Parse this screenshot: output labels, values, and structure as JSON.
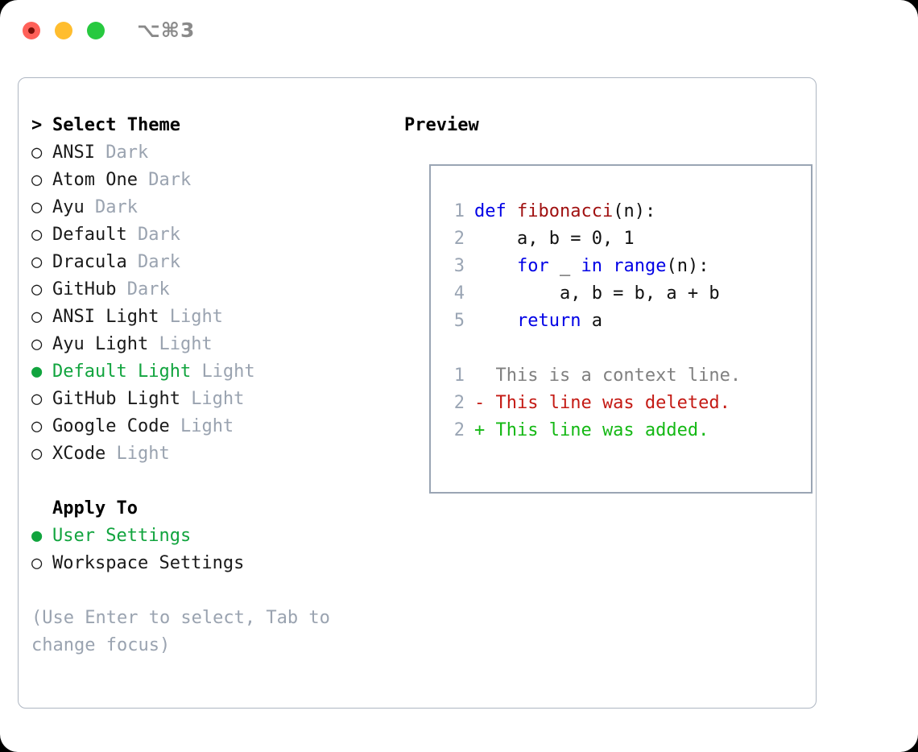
{
  "window": {
    "shortcut_label": "⌥⌘3",
    "traffic_lights": [
      {
        "name": "close",
        "color": "#ff6159"
      },
      {
        "name": "minimize",
        "color": "#ffbd2e"
      },
      {
        "name": "zoom",
        "color": "#27c93f"
      }
    ]
  },
  "colors": {
    "selected_green": "#11a43e",
    "tag_grey": "#9aa3b0",
    "border": "#aeb6c2",
    "preview_border": "#9aa5b4",
    "keyword_blue": "#0000e6",
    "function_red": "#a01111",
    "diff_removed": "#c41a14",
    "diff_added": "#14b814",
    "diff_context": "#808080"
  },
  "theme_list": {
    "header": {
      "prefix": "> ",
      "label": "Select Theme"
    },
    "items": [
      {
        "bullet": "○",
        "label": "ANSI",
        "tag": "Dark",
        "selected": false
      },
      {
        "bullet": "○",
        "label": "Atom One",
        "tag": "Dark",
        "selected": false
      },
      {
        "bullet": "○",
        "label": "Ayu",
        "tag": "Dark",
        "selected": false
      },
      {
        "bullet": "○",
        "label": "Default",
        "tag": "Dark",
        "selected": false
      },
      {
        "bullet": "○",
        "label": "Dracula",
        "tag": "Dark",
        "selected": false
      },
      {
        "bullet": "○",
        "label": "GitHub",
        "tag": "Dark",
        "selected": false
      },
      {
        "bullet": "○",
        "label": "ANSI Light",
        "tag": "Light",
        "selected": false
      },
      {
        "bullet": "○",
        "label": "Ayu Light",
        "tag": "Light",
        "selected": false
      },
      {
        "bullet": "●",
        "label": "Default Light",
        "tag": "Light",
        "selected": true
      },
      {
        "bullet": "○",
        "label": "GitHub Light",
        "tag": "Light",
        "selected": false
      },
      {
        "bullet": "○",
        "label": "Google Code",
        "tag": "Light",
        "selected": false
      },
      {
        "bullet": "○",
        "label": "XCode",
        "tag": "Light",
        "selected": false
      }
    ]
  },
  "apply_to": {
    "header": {
      "prefix": "  ",
      "label": "Apply To"
    },
    "items": [
      {
        "bullet": "●",
        "label": "User Settings",
        "selected": true
      },
      {
        "bullet": "○",
        "label": "Workspace Settings",
        "selected": false
      }
    ]
  },
  "hint": "(Use Enter to select, Tab to\nchange focus)",
  "preview": {
    "title": "Preview",
    "code_lines": [
      {
        "num": "1",
        "tokens": [
          {
            "t": "def ",
            "c": "kw"
          },
          {
            "t": "fibonacci",
            "c": "fn"
          },
          {
            "t": "(n):",
            "c": "plain"
          }
        ]
      },
      {
        "num": "2",
        "tokens": [
          {
            "t": "    a, b = 0, 1",
            "c": "plain"
          }
        ]
      },
      {
        "num": "3",
        "tokens": [
          {
            "t": "    ",
            "c": "plain"
          },
          {
            "t": "for",
            "c": "kw"
          },
          {
            "t": " _ ",
            "c": "plain"
          },
          {
            "t": "in",
            "c": "kw"
          },
          {
            "t": " ",
            "c": "plain"
          },
          {
            "t": "range",
            "c": "kw"
          },
          {
            "t": "(n):",
            "c": "plain"
          }
        ]
      },
      {
        "num": "4",
        "tokens": [
          {
            "t": "        a, b = b, a + b",
            "c": "plain"
          }
        ]
      },
      {
        "num": "5",
        "tokens": [
          {
            "t": "    ",
            "c": "plain"
          },
          {
            "t": "return",
            "c": "kw"
          },
          {
            "t": " a",
            "c": "plain"
          }
        ]
      }
    ],
    "diff_lines": [
      {
        "num": "1",
        "marker": "  ",
        "text": "This is a context line.",
        "kind": "ctx"
      },
      {
        "num": "2",
        "marker": "- ",
        "text": "This line was deleted.",
        "kind": "del"
      },
      {
        "num": "2",
        "marker": "+ ",
        "text": "This line was added.",
        "kind": "add"
      }
    ]
  }
}
